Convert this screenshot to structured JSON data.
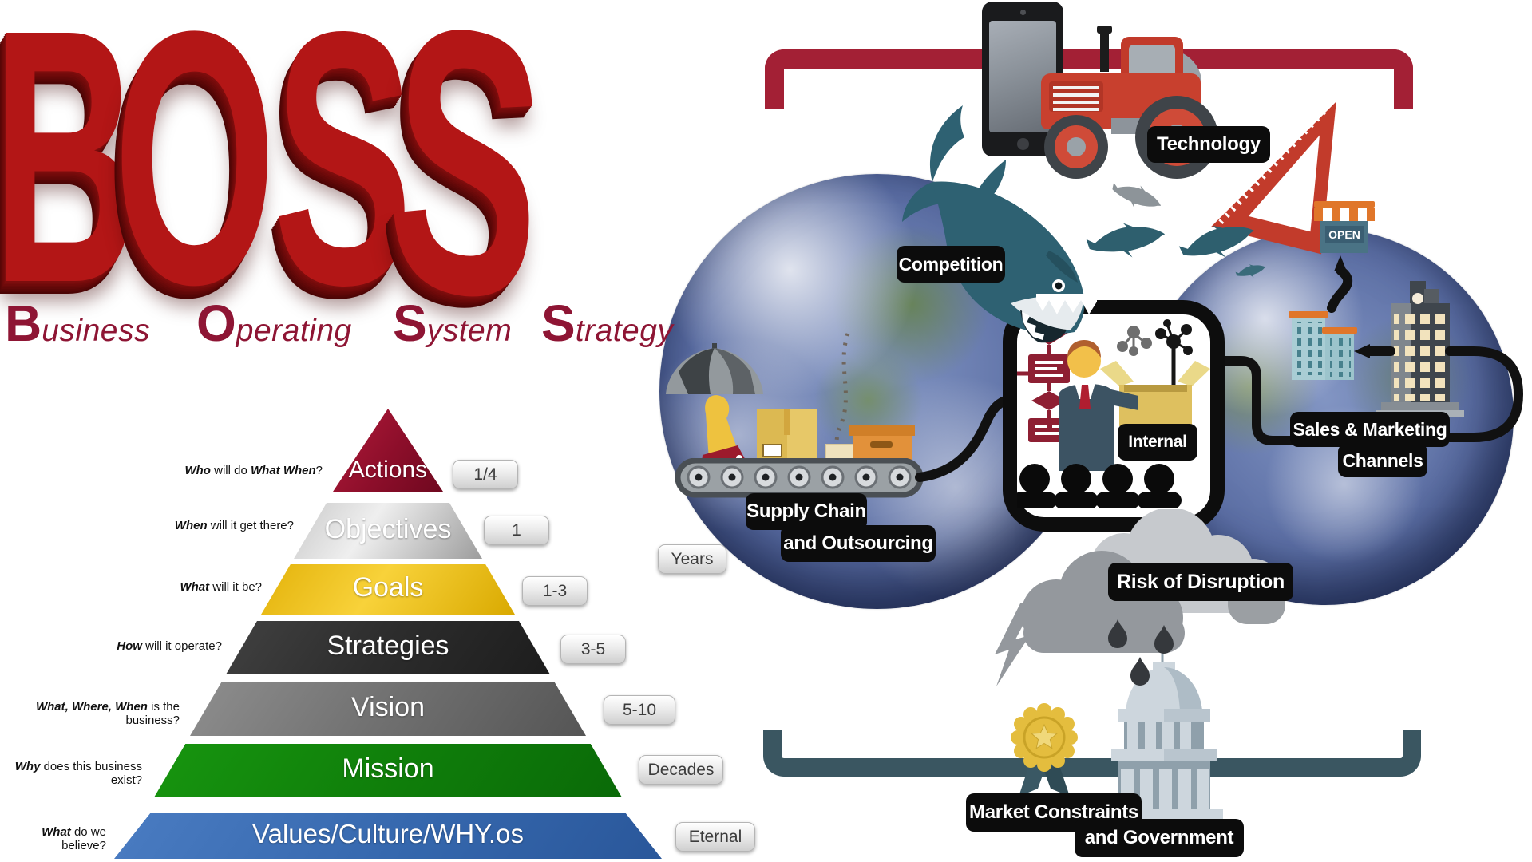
{
  "title": {
    "letters": [
      "B",
      "O",
      "S",
      "S"
    ],
    "words": [
      {
        "cap": "B",
        "rest": "usiness"
      },
      {
        "cap": "O",
        "rest": "perating"
      },
      {
        "cap": "S",
        "rest": "ystem"
      },
      {
        "cap": "S",
        "rest": "trategy"
      }
    ]
  },
  "pyramid": {
    "rows": [
      {
        "label": "Actions",
        "badge": "1/4",
        "color": "#9c1230",
        "question": [
          [
            "Who",
            1
          ],
          [
            " will do ",
            0
          ],
          [
            "What When",
            1
          ],
          [
            "?",
            0
          ]
        ]
      },
      {
        "label": "Objectives",
        "badge": "1",
        "color": "#c0c0c0",
        "question": [
          [
            "When",
            1
          ],
          [
            " will it get there?",
            0
          ]
        ]
      },
      {
        "label": "Goals",
        "badge": "1-3",
        "color": "#eec11d",
        "question": [
          [
            "What",
            1
          ],
          [
            " will it be?",
            0
          ]
        ]
      },
      {
        "label": "Strategies",
        "badge": "3-5",
        "color": "#2e2e2e",
        "question": [
          [
            "How",
            1
          ],
          [
            " will it operate?",
            0
          ]
        ]
      },
      {
        "label": "Vision",
        "badge": "5-10",
        "color": "#757575",
        "question": [
          [
            "What, Where, When",
            1
          ],
          [
            " is the business?",
            0
          ]
        ]
      },
      {
        "label": "Mission",
        "badge": "Decades",
        "color": "#0f7d0a",
        "question": [
          [
            "Why",
            1
          ],
          [
            " does this business exist?",
            0
          ]
        ]
      },
      {
        "label": "Values/Culture/WHY.os",
        "badge": "Eternal",
        "color": "#3567ad",
        "question": [
          [
            "What",
            1
          ],
          [
            " do we believe?",
            0
          ]
        ]
      }
    ],
    "timescale_badge": "Years"
  },
  "ecosystem": {
    "technology": "Technology",
    "competition": "Competition",
    "internal": "Internal",
    "sales_line1": "Sales & Marketing",
    "sales_line2": "Channels",
    "supply_line1": "Supply Chain",
    "supply_line2": "and Outsourcing",
    "risk": "Risk of Disruption",
    "market_line1": "Market Constraints",
    "market_line2": "and Government",
    "store_sign": "OPEN"
  },
  "colors": {
    "accent_red": "#a32035",
    "bracket_teal": "#3a5661",
    "shark_teal": "#2e5f6e",
    "label_black": "#0c0c0c",
    "maroon_text": "#8e1534"
  }
}
